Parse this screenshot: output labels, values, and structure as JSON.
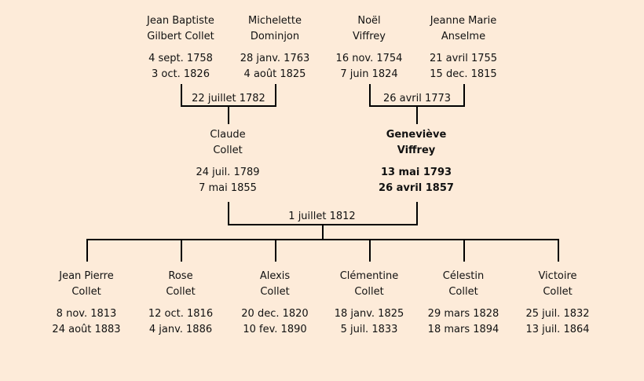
{
  "persons": {
    "pgf": {
      "first": "Jean Baptiste",
      "last": "Gilbert Collet",
      "birth": "4 sept. 1758",
      "death": "3 oct. 1826"
    },
    "pgm": {
      "first": "Michelette",
      "last": "Dominjon",
      "birth": "28 janv. 1763",
      "death": "4 août 1825"
    },
    "mgf": {
      "first": "Noël",
      "last": "Viffrey",
      "birth": "16 nov. 1754",
      "death": "7 juin 1824"
    },
    "mgm": {
      "first": "Jeanne Marie",
      "last": "Anselme",
      "birth": "21 avril 1755",
      "death": "15 dec. 1815"
    },
    "father": {
      "first": "Claude",
      "last": "Collet",
      "birth": "24 juil. 1789",
      "death": "7 mai 1855"
    },
    "mother": {
      "first": "Geneviève",
      "last": "Viffrey",
      "birth": "13 mai 1793",
      "death": "26 avril 1857"
    }
  },
  "marriages": {
    "paternal": "22 juillet 1782",
    "maternal": "26 avril 1773",
    "parents": "1 juillet 1812"
  },
  "children": [
    {
      "first": "Jean Pierre",
      "last": "Collet",
      "birth": "8 nov. 1813",
      "death": "24 août 1883"
    },
    {
      "first": "Rose",
      "last": "Collet",
      "birth": "12 oct. 1816",
      "death": "4 janv. 1886"
    },
    {
      "first": "Alexis",
      "last": "Collet",
      "birth": "20 dec. 1820",
      "death": "10 fev. 1890"
    },
    {
      "first": "Clémentine",
      "last": "Collet",
      "birth": "18 janv. 1825",
      "death": "5 juil. 1833"
    },
    {
      "first": "Célestin",
      "last": "Collet",
      "birth": "29 mars 1828",
      "death": "18 mars 1894"
    },
    {
      "first": "Victoire",
      "last": "Collet",
      "birth": "25 juil. 1832",
      "death": "13 juil. 1864"
    }
  ]
}
